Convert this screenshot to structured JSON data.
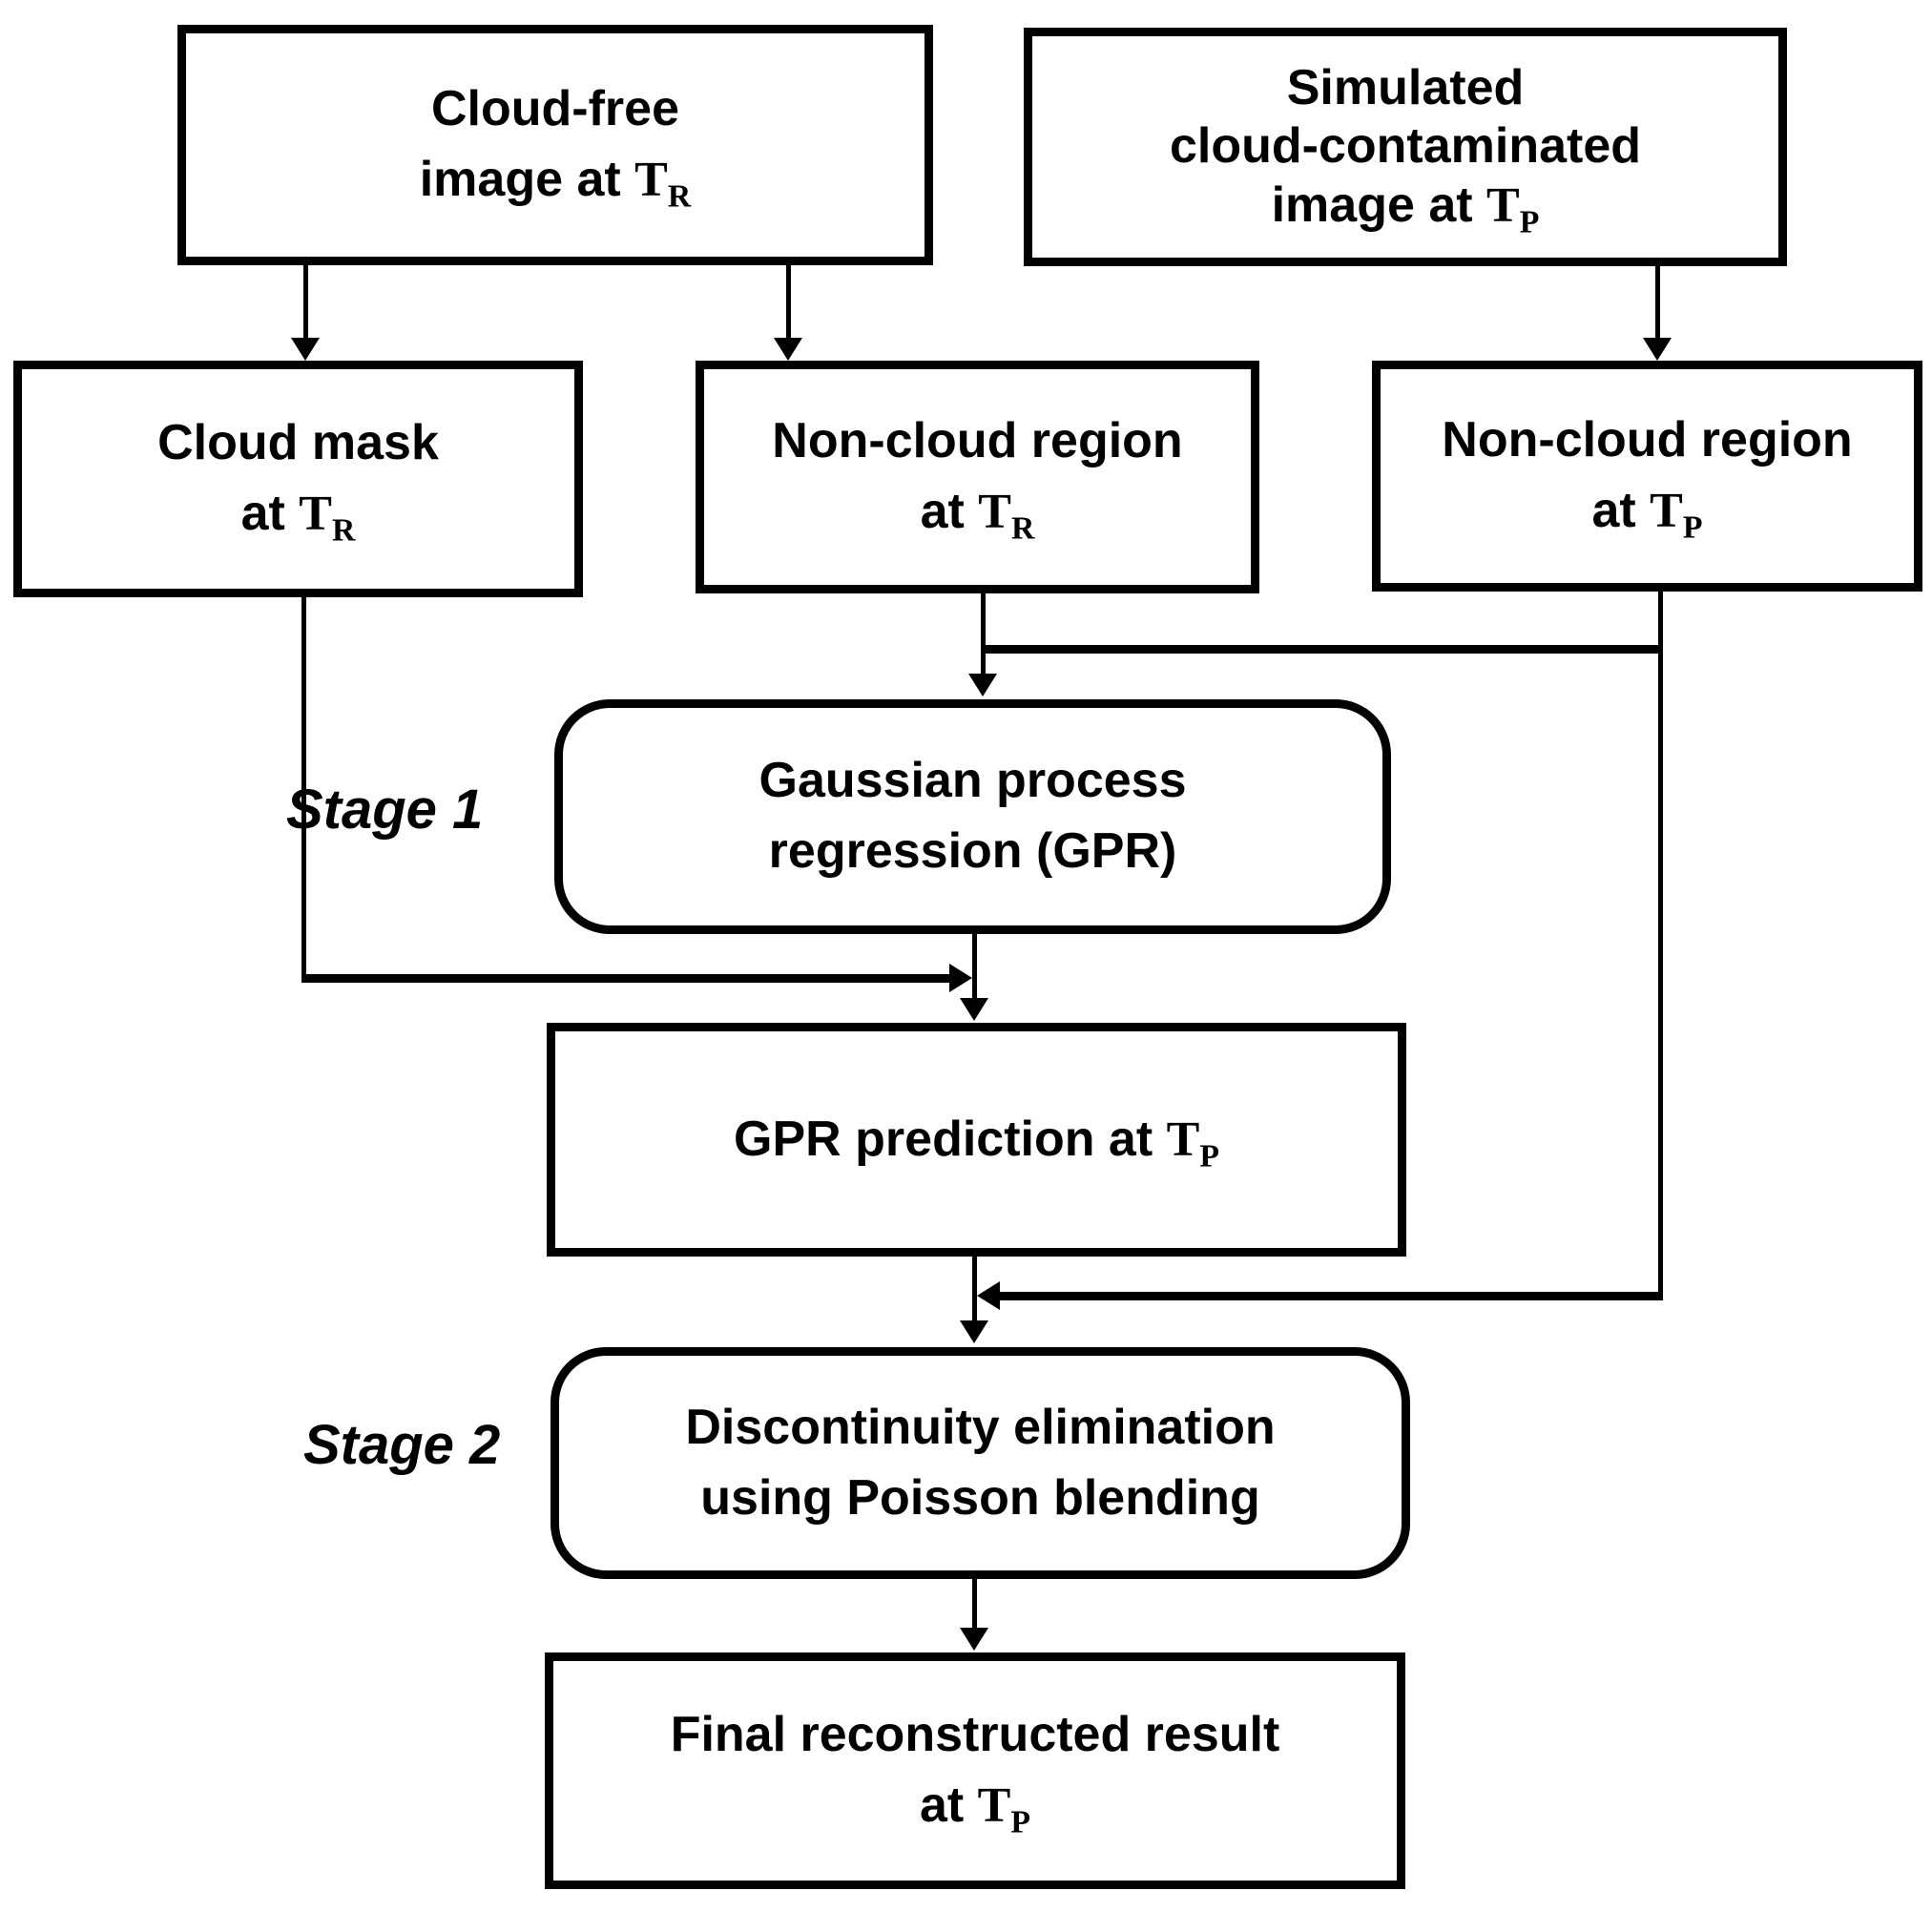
{
  "diagram": {
    "background_color": "#ffffff",
    "line_color": "#000000",
    "type": "flowchart"
  },
  "stages": {
    "stage1": "Stage 1",
    "stage2": "Stage 2"
  },
  "nodes": {
    "cloud_free": {
      "shape": "rectangle",
      "label_lines": [
        [
          {
            "text": "Cloud-free"
          }
        ],
        [
          {
            "text": "image at "
          },
          {
            "text": "T",
            "sub": "R"
          }
        ]
      ]
    },
    "simulated": {
      "shape": "rectangle",
      "label_lines": [
        [
          {
            "text": "Simulated"
          }
        ],
        [
          {
            "text": "cloud-contaminated"
          }
        ],
        [
          {
            "text": "image at "
          },
          {
            "text": "T",
            "sub": "P"
          }
        ]
      ]
    },
    "cloud_mask": {
      "shape": "rectangle",
      "label_lines": [
        [
          {
            "text": "Cloud mask"
          }
        ],
        [
          {
            "text": "at "
          },
          {
            "text": "T",
            "sub": "R"
          }
        ]
      ]
    },
    "noncloud_tr": {
      "shape": "rectangle",
      "label_lines": [
        [
          {
            "text": "Non-cloud region"
          }
        ],
        [
          {
            "text": "at "
          },
          {
            "text": "T",
            "sub": "R"
          }
        ]
      ]
    },
    "noncloud_tp": {
      "shape": "rectangle",
      "label_lines": [
        [
          {
            "text": "Non-cloud region"
          }
        ],
        [
          {
            "text": "at "
          },
          {
            "text": "T",
            "sub": "P"
          }
        ]
      ]
    },
    "gpr": {
      "shape": "rounded",
      "label_lines": [
        [
          {
            "text": "Gaussian process"
          }
        ],
        [
          {
            "text": "regression (GPR)"
          }
        ]
      ]
    },
    "gpr_prediction": {
      "shape": "rectangle",
      "label_lines": [
        [
          {
            "text": "GPR prediction at "
          },
          {
            "text": "T",
            "sub": "P"
          }
        ]
      ]
    },
    "poisson": {
      "shape": "rounded",
      "label_lines": [
        [
          {
            "text": "Discontinuity elimination"
          }
        ],
        [
          {
            "text": "using Poisson blending"
          }
        ]
      ]
    },
    "final_result": {
      "shape": "rectangle",
      "label_lines": [
        [
          {
            "text": "Final reconstructed result"
          }
        ],
        [
          {
            "text": "at "
          },
          {
            "text": "T",
            "sub": "P"
          }
        ]
      ]
    }
  },
  "edges": [
    {
      "from": "cloud_free",
      "to": "cloud_mask"
    },
    {
      "from": "cloud_free",
      "to": "noncloud_tr"
    },
    {
      "from": "simulated",
      "to": "noncloud_tp"
    },
    {
      "from": "noncloud_tr",
      "to": "gpr"
    },
    {
      "from": "noncloud_tp",
      "to": "gpr"
    },
    {
      "from": "gpr",
      "to": "gpr_prediction"
    },
    {
      "from": "cloud_mask",
      "to": "gpr_prediction"
    },
    {
      "from": "gpr_prediction",
      "to": "poisson"
    },
    {
      "from": "noncloud_tp",
      "to": "poisson"
    },
    {
      "from": "poisson",
      "to": "final_result"
    }
  ]
}
